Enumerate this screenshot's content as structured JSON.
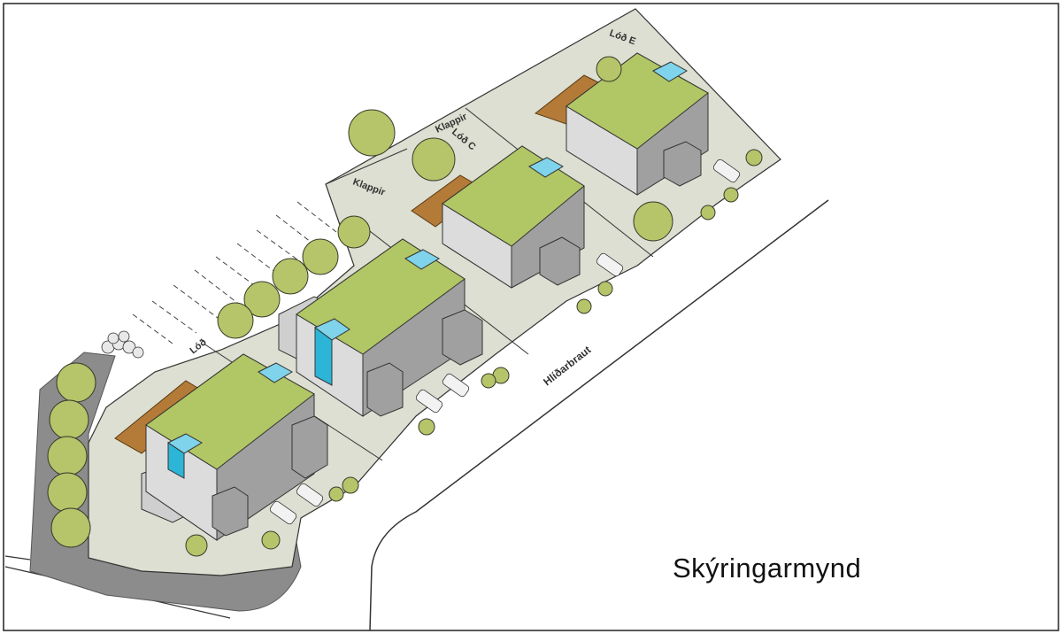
{
  "caption": "Skýringarmynd",
  "labels": {
    "road": "Hlíðarbraut",
    "lot_a": "Lóð",
    "lot_c": "Lóð C",
    "lot_e": "Lóð E",
    "rock_1": "Klappir",
    "rock_2": "Klappir"
  },
  "colors": {
    "site": "#dcdfd1",
    "roof": "#b1c665",
    "wall_light": "#dcdcdc",
    "wall_dark": "#a0a0a0",
    "skylight": "#7fd3ea",
    "stair_tower": "#2cb5d6",
    "tree": "#b6c46a",
    "deck": "#b47a38",
    "embankment": "#8c8c8c"
  }
}
